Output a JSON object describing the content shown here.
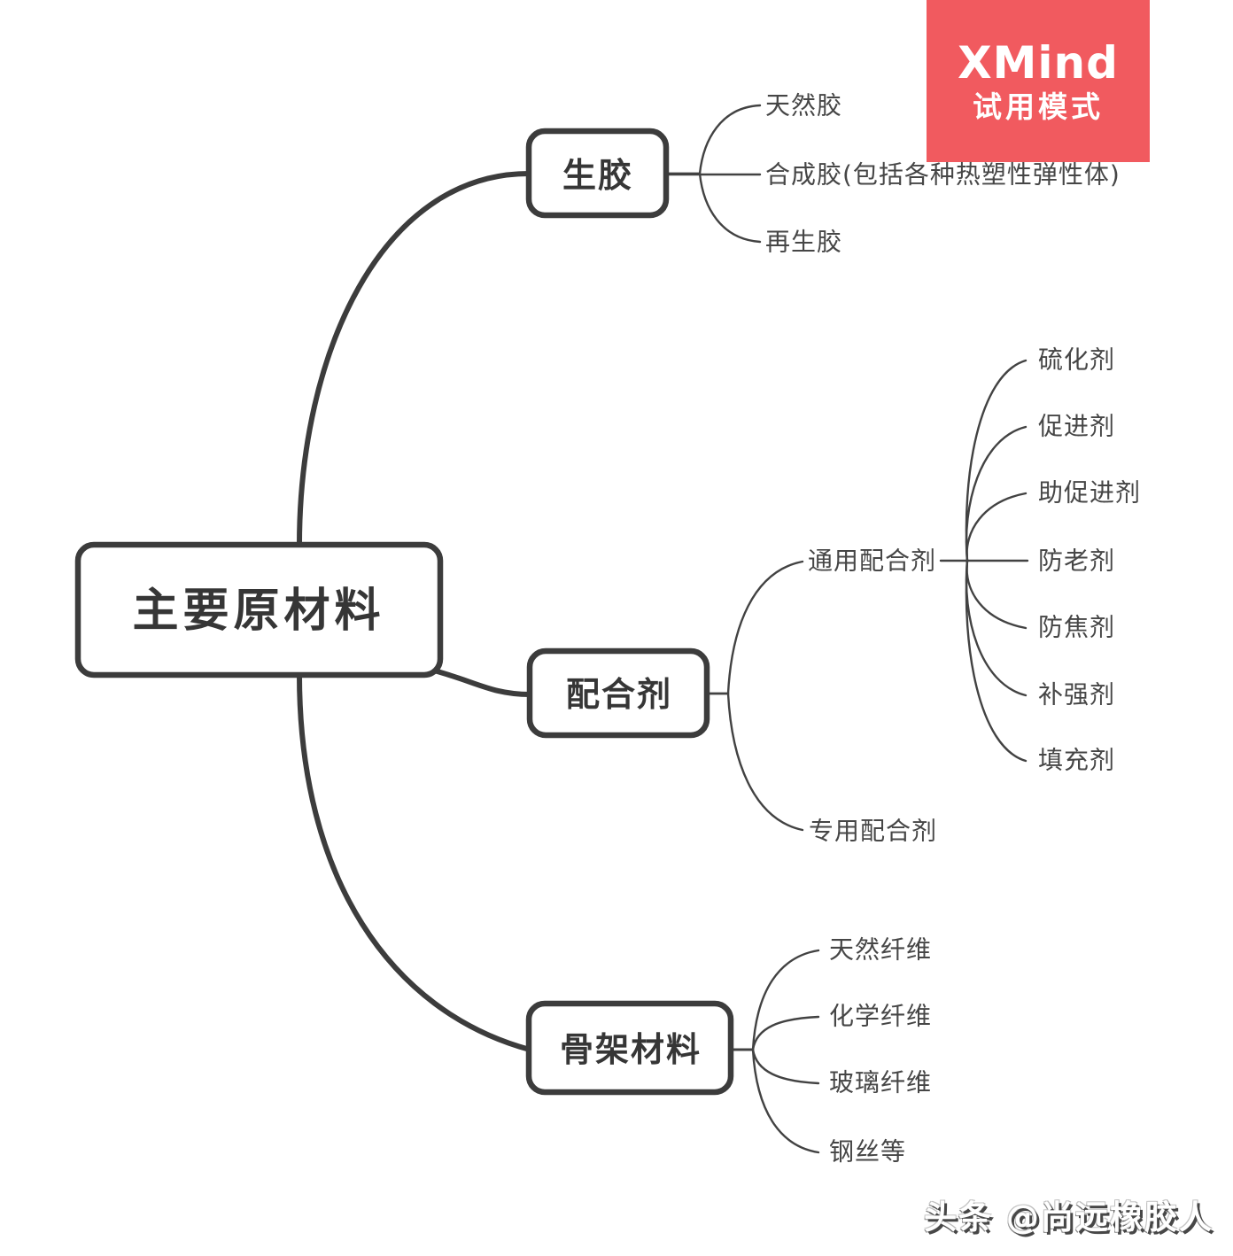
{
  "badge": {
    "title": "XMind",
    "subtitle": "试用模式",
    "background_color": "#f15a5f",
    "text_color": "#ffffff"
  },
  "watermark": {
    "text": "头条 @尚远橡胶人"
  },
  "colors": {
    "background": "#ffffff",
    "line": "#3c3c3c",
    "topic_border": "#3c3c3c",
    "topic_fill": "#ffffff",
    "topic_text": "#363636",
    "leaf_text": "#464646"
  },
  "map": {
    "root": {
      "label": "主要原材料"
    },
    "branches": [
      {
        "label": "生胶",
        "children": [
          {
            "label": "天然胶"
          },
          {
            "label": "合成胶(包括各种热塑性弹性体)"
          },
          {
            "label": "再生胶"
          }
        ]
      },
      {
        "label": "配合剂",
        "children": [
          {
            "label": "通用配合剂",
            "children": [
              {
                "label": "硫化剂"
              },
              {
                "label": "促进剂"
              },
              {
                "label": "助促进剂"
              },
              {
                "label": "防老剂"
              },
              {
                "label": "防焦剂"
              },
              {
                "label": "补强剂"
              },
              {
                "label": "填充剂"
              }
            ]
          },
          {
            "label": "专用配合剂"
          }
        ]
      },
      {
        "label": "骨架材料",
        "children": [
          {
            "label": "天然纤维"
          },
          {
            "label": "化学纤维"
          },
          {
            "label": "玻璃纤维"
          },
          {
            "label": "钢丝等"
          }
        ]
      }
    ]
  }
}
